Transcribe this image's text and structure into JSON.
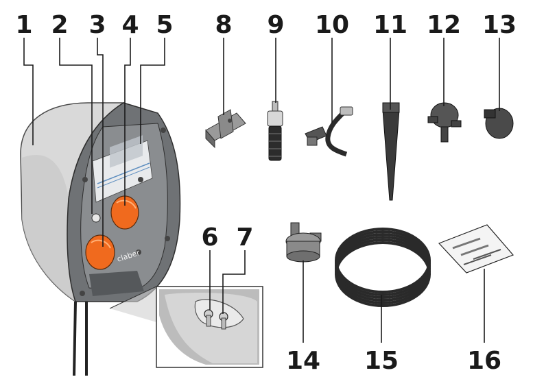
{
  "brand_text": "claber",
  "colors": {
    "knob": "#f06a1e",
    "body": "#6f7275",
    "shell": "#dcdcdc",
    "dark": "#3a3c3e"
  },
  "callouts": [
    {
      "label": "1"
    },
    {
      "label": "2"
    },
    {
      "label": "3"
    },
    {
      "label": "4"
    },
    {
      "label": "5"
    },
    {
      "label": "6"
    },
    {
      "label": "7"
    },
    {
      "label": "8"
    },
    {
      "label": "9"
    },
    {
      "label": "10"
    },
    {
      "label": "11"
    },
    {
      "label": "12"
    },
    {
      "label": "13"
    },
    {
      "label": "14"
    },
    {
      "label": "15"
    },
    {
      "label": "16"
    }
  ]
}
